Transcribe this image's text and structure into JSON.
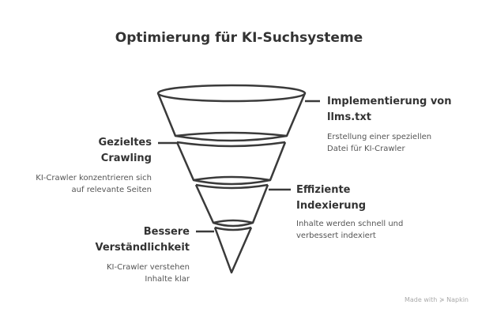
{
  "title": "Optimierung für KI-Suchsysteme",
  "stages": [
    {
      "heading": "Implementierung von llms.txt",
      "description": "Erstellung einer speziellen Datei für KI-Crawler"
    },
    {
      "heading": "Gezieltes Crawling",
      "description": "KI-Crawler konzentrieren sich auf relevante Seiten"
    },
    {
      "heading": "Effiziente Indexierung",
      "description": "Inhalte werden schnell und verbessert indexiert"
    },
    {
      "heading": "Bessere Verständlichkeit",
      "description": "KI-Crawler verstehen Inhalte klar"
    }
  ],
  "footer": {
    "made_with": "Made with",
    "brand": "Napkin"
  }
}
